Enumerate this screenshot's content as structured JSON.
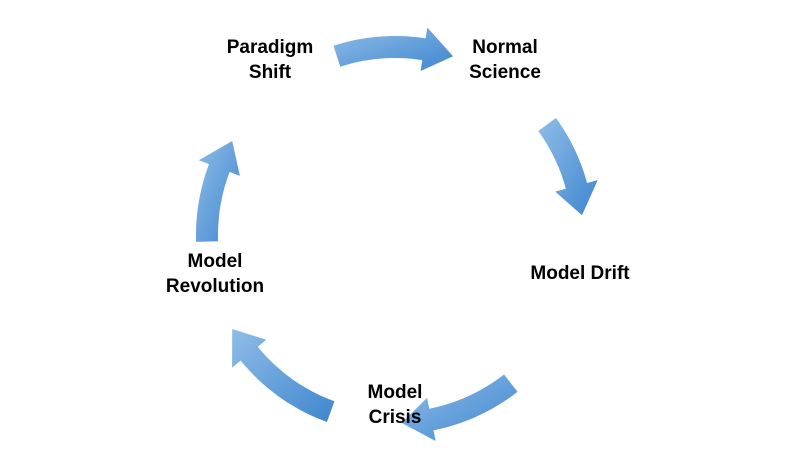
{
  "diagram": {
    "type": "cycle",
    "stages": [
      {
        "id": "normal-science",
        "lines": [
          "Normal",
          "Science"
        ]
      },
      {
        "id": "model-drift",
        "lines": [
          "Model Drift"
        ]
      },
      {
        "id": "model-crisis",
        "lines": [
          "Model",
          "Crisis"
        ]
      },
      {
        "id": "model-revolution",
        "lines": [
          "Model",
          "Revolution"
        ]
      },
      {
        "id": "paradigm-shift",
        "lines": [
          "Paradigm",
          "Shift"
        ]
      }
    ],
    "arrows": [
      {
        "from": "paradigm-shift",
        "to": "normal-science"
      },
      {
        "from": "normal-science",
        "to": "model-drift"
      },
      {
        "from": "model-drift",
        "to": "model-crisis"
      },
      {
        "from": "model-crisis",
        "to": "model-revolution"
      },
      {
        "from": "model-revolution",
        "to": "paradigm-shift"
      }
    ],
    "colors": {
      "arrow_light": "#8fbde8",
      "arrow_dark": "#3f86cf",
      "text": "#000000",
      "background": "#ffffff"
    }
  }
}
